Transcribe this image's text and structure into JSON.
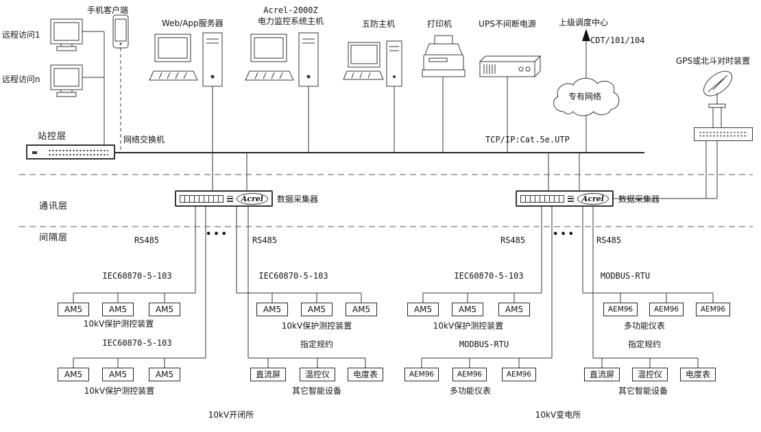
{
  "station_layer": {
    "label": "站控层",
    "remote_access_1": "远程访问1",
    "remote_access_n": "远程访问n",
    "mobile_client": "手机客户端",
    "web_app_server": "Web/App服务器",
    "main_host_line1": "Acrel-2000Z",
    "main_host_line2": "电力监控系统主机",
    "five_prevention_host": "五防主机",
    "printer": "打印机",
    "ups": "UPS不间断电源",
    "dispatch_center": "上级调度中心",
    "dispatch_protocol": "CDT/101/104",
    "private_network": "专有网络",
    "gps_device": "GPS或北斗对时装置",
    "network_switch": "网络交换机",
    "bus_protocol": "TCP/IP:Cat.5e.UTP"
  },
  "comm_layer": {
    "label": "通讯层",
    "collector_brand": "Acrel",
    "collector_label_1": "数据采集器",
    "collector_label_2": "数据采集器"
  },
  "bay_layer": {
    "label": "间隔层",
    "rs485": "RS485",
    "ellipsis": "•••",
    "columns": [
      {
        "upper_protocol": "IEC60870-5-103",
        "upper_devices": [
          "AM5",
          "AM5",
          "AM5"
        ],
        "upper_label": "10kV保护测控装置",
        "lower_protocol": "IEC60870-5-103",
        "lower_devices": [
          "AM5",
          "AM5",
          "AM5"
        ],
        "lower_label": "10kV保护测控装置"
      },
      {
        "upper_protocol": "IEC60870-5-103",
        "upper_devices": [
          "AM5",
          "AM5",
          "AM5"
        ],
        "upper_label": "10kV保护测控装置",
        "lower_protocol": "指定规约",
        "lower_devices": [
          "直流屏",
          "温控仪",
          "电度表"
        ],
        "lower_label": "其它智能设备"
      },
      {
        "upper_protocol": "IEC60870-5-103",
        "upper_devices": [
          "AM5",
          "AM5",
          "AM5"
        ],
        "upper_label": "10kV保护测控装置",
        "lower_protocol": "MODBUS-RTU",
        "lower_devices": [
          "AEM96",
          "AEM96",
          "AEM96"
        ],
        "lower_label": "多功能仪表"
      },
      {
        "upper_protocol": "MODBUS-RTU",
        "upper_devices": [
          "AEM96",
          "AEM96",
          "AEM96"
        ],
        "upper_label": "多功能仪表",
        "lower_protocol": "指定规约",
        "lower_devices": [
          "直流屏",
          "温控仪",
          "电度表"
        ],
        "lower_label": "其它智能设备"
      }
    ],
    "site_1": "10kV开闭所",
    "site_2": "10kV变电所"
  }
}
